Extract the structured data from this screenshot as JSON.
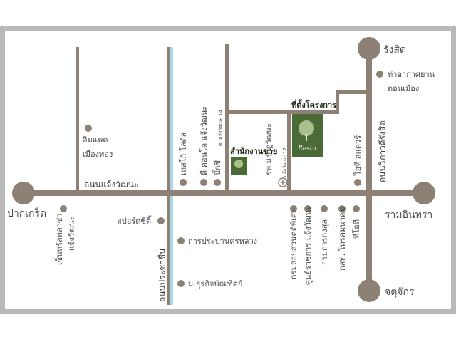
{
  "colors": {
    "road": "#8c8174",
    "terminal": "#8c8174",
    "waterway": "#a8d8e4",
    "landmark_dot": "#8c8174",
    "project_green": "#4a6b35",
    "frame": "#b9b9b9"
  },
  "roads": {
    "chaengwattana": "ถนนแจ้งวัฒนะ",
    "prachachuen": "ถนนประชาชื่น",
    "vibhavadi": "ถนนวิภาวดีรังสิต",
    "soi_14": "ซ. แจ้งวัฒนะ 14",
    "soi_12": "ซ. แจ้งวัฒนะ 12"
  },
  "terminals": {
    "pakkret": "ปากเกร็ด",
    "rangsit": "รังสิต",
    "ramintra": "รามอินทรา",
    "chatuchak": "จตุจักร"
  },
  "project": {
    "site": "ที่ตั้งโครงการ",
    "site_logo": "Resta",
    "sales_office": "สำนักงานขาย"
  },
  "landmarks": {
    "airport": "ท่าอากาศยาน",
    "airport_line2": "ดอนเมือง",
    "impact": "อิมแพค",
    "impact_line2": "เมืองทอง",
    "tesco": "เทสโก้ โลตัส",
    "d_condo": "ดี คอนโด แจ้งวัฒนะ",
    "big_c": "บิ๊กซี",
    "it_square": "ไอที สแควร์",
    "central": "เซ็นทรัลพลาซ่า",
    "central_line2": "แจ้งวัฒนะ",
    "sports_city": "สปอร์ตซิตี้",
    "mea": "การประปานครหลวง",
    "dpu": "ม.ธุรกิจบัณฑิตย์",
    "hospital": "รพ.มงกุฎวัฒนะ",
    "tot": "ทีโอที",
    "cat": "กสท. โทรคมนาคม",
    "dsi": "กรมการกงสุล",
    "gov_complex": "ศูนย์ราชการ แจ้งวัฒนะ",
    "park": "กรมสอบสวนคดีพิเศษ"
  }
}
